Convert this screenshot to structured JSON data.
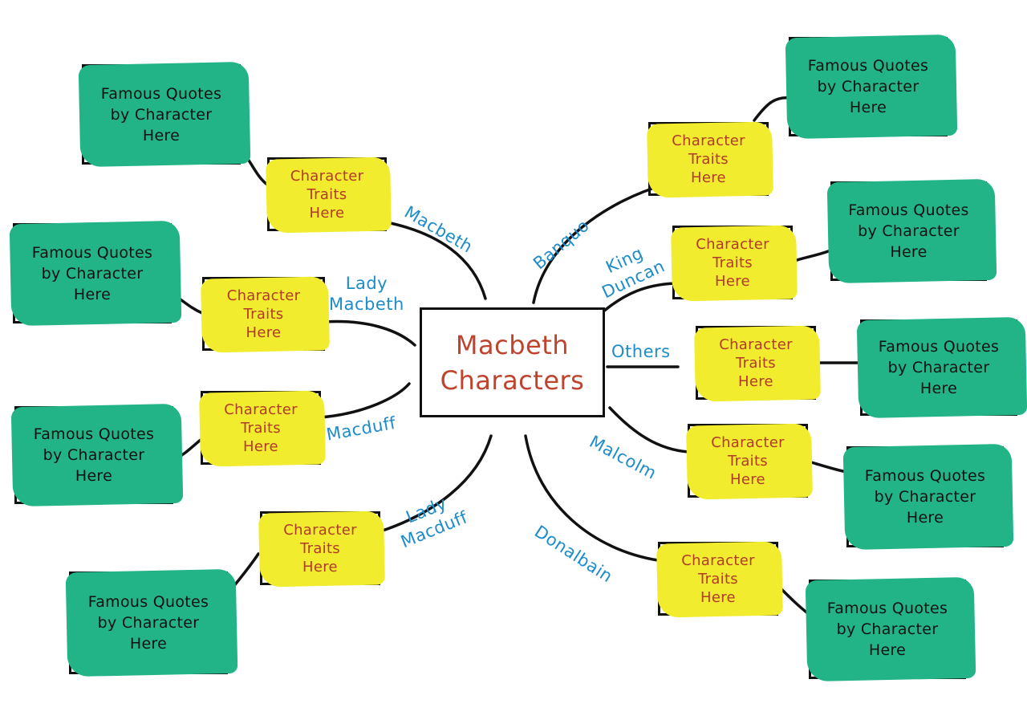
{
  "center": {
    "line1": "Macbeth",
    "line2": "Characters"
  },
  "trait": {
    "line1": "Character",
    "line2": "Traits",
    "line3": "Here"
  },
  "quote": {
    "line1": "Famous Quotes",
    "line2": "by Character",
    "line3": "Here"
  },
  "characters": {
    "macbeth": "Macbeth",
    "lady_macbeth": {
      "line1": "Lady",
      "line2": "Macbeth"
    },
    "macduff": "Macduff",
    "lady_macduff": {
      "line1": "Lady",
      "line2": "Macduff"
    },
    "banquo": "Banquo",
    "king_duncan": {
      "line1": "King",
      "line2": "Duncan"
    },
    "others": "Others",
    "malcolm": "Malcolm",
    "donalbain": "Donalbain"
  },
  "colors": {
    "quote_fill": "#22b487",
    "trait_fill": "#f2ec2e",
    "trait_text": "#b13a2a",
    "center_text": "#c0432e",
    "label_text": "#1d8ccb",
    "ink": "#111111"
  }
}
